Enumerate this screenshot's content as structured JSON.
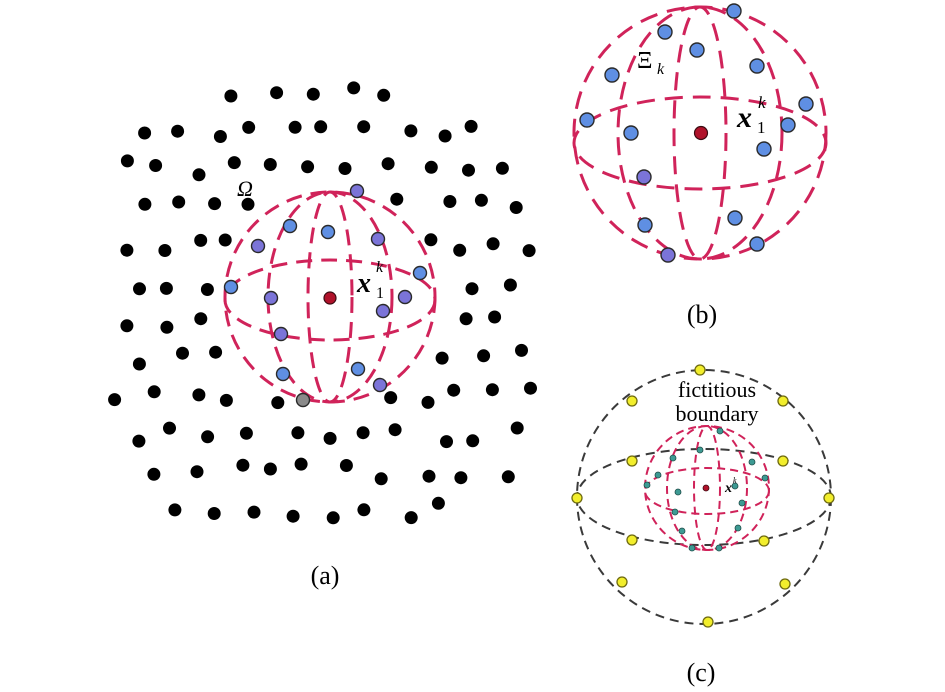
{
  "panels": {
    "a": {
      "caption": "(a)",
      "domain_symbol": "Ω",
      "center_point_base": "x",
      "center_point_sub": "1",
      "center_point_sup": "k"
    },
    "b": {
      "caption": "(b)",
      "subdomain_symbol": "Ξ",
      "subdomain_sub": "k",
      "center_point_base": "x",
      "center_point_sub": "1",
      "center_point_sup": "k"
    },
    "c": {
      "caption": "(c)",
      "boundary_label_line1": "fictitious",
      "boundary_label_line2": "boundary",
      "center_point_base": "x",
      "center_point_sup": "k"
    }
  },
  "colors": {
    "background_node": "#000000",
    "subdomain_node": "#5f8fe3",
    "subdomain_node_alt": "#7b74d8",
    "center_node": "#b0122a",
    "subdomain_outline": "#d0235a",
    "outer_sphere": "#3a3a3a",
    "fictitious_node": "#f2ee2c",
    "small_node": "#3d9a93"
  }
}
